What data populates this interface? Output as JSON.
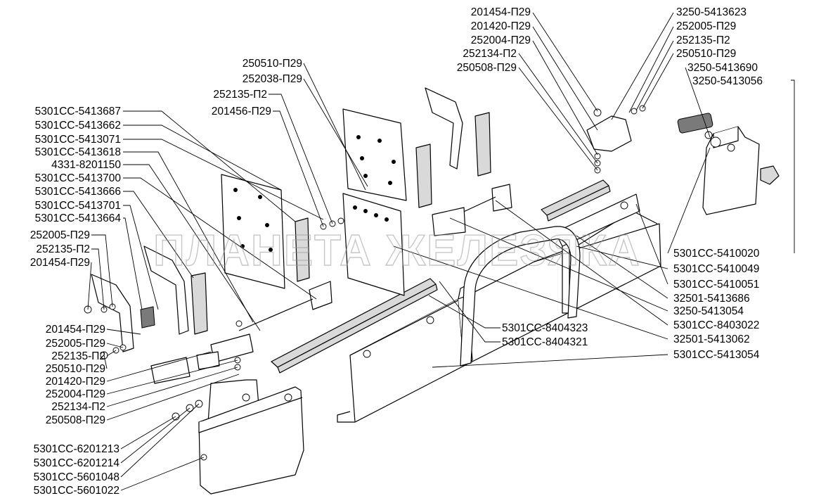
{
  "watermark": "ПЛАНЕТА ЖЕЛЕЗЯКА",
  "labels": [
    {
      "id": "l01",
      "text": "201454-П29"
    },
    {
      "id": "l02",
      "text": "201420-П29"
    },
    {
      "id": "l03",
      "text": "252004-П29"
    },
    {
      "id": "l04",
      "text": "252134-П2"
    },
    {
      "id": "l05",
      "text": "250508-П29"
    },
    {
      "id": "l06",
      "text": "3250-5413623"
    },
    {
      "id": "l07",
      "text": "252005-П29"
    },
    {
      "id": "l08",
      "text": "252135-П2"
    },
    {
      "id": "l09",
      "text": "250510-П29"
    },
    {
      "id": "l10",
      "text": "3250-5413690"
    },
    {
      "id": "l11",
      "text": "3250-5413056"
    },
    {
      "id": "l12",
      "text": "250510-П29"
    },
    {
      "id": "l13",
      "text": "252038-П29"
    },
    {
      "id": "l14",
      "text": "252135-П2"
    },
    {
      "id": "l15",
      "text": "201456-П29"
    },
    {
      "id": "l16",
      "text": "5301СС-5413687"
    },
    {
      "id": "l17",
      "text": "5301СС-5413662"
    },
    {
      "id": "l18",
      "text": "5301СС-5413071"
    },
    {
      "id": "l19",
      "text": "5301СС-5413618"
    },
    {
      "id": "l20",
      "text": "4331-8201150"
    },
    {
      "id": "l21",
      "text": "5301СС-5413700"
    },
    {
      "id": "l22",
      "text": "5301СС-5413666"
    },
    {
      "id": "l23",
      "text": "5301СС-5413701"
    },
    {
      "id": "l24",
      "text": "5301СС-5413664"
    },
    {
      "id": "l25",
      "text": "252005-П29"
    },
    {
      "id": "l26",
      "text": "252135-П2"
    },
    {
      "id": "l27",
      "text": "201454-П29"
    },
    {
      "id": "l28",
      "text": "201454-П29"
    },
    {
      "id": "l29",
      "text": "252005-П29"
    },
    {
      "id": "l30",
      "text": "252135-П2"
    },
    {
      "id": "l31",
      "text": "250510-П29"
    },
    {
      "id": "l32",
      "text": "201420-П29"
    },
    {
      "id": "l33",
      "text": "252004-П29"
    },
    {
      "id": "l34",
      "text": "252134-П2"
    },
    {
      "id": "l35",
      "text": "250508-П29"
    },
    {
      "id": "l36",
      "text": "5301СС-6201213"
    },
    {
      "id": "l37",
      "text": "5301СС-6201214"
    },
    {
      "id": "l38",
      "text": "5301СС-5601048"
    },
    {
      "id": "l39",
      "text": "5301СС-5601022"
    },
    {
      "id": "l40",
      "text": "5301СС-5410020"
    },
    {
      "id": "l41",
      "text": "5301СС-5410049"
    },
    {
      "id": "l42",
      "text": "5301СС-5410051"
    },
    {
      "id": "l43",
      "text": "32501-5413686"
    },
    {
      "id": "l44",
      "text": "3250-5413054"
    },
    {
      "id": "l45",
      "text": "5301СС-8403022"
    },
    {
      "id": "l46",
      "text": "32501-5413062"
    },
    {
      "id": "l47",
      "text": "5301СС-8404323"
    },
    {
      "id": "l48",
      "text": "5301СС-8404321"
    },
    {
      "id": "l49",
      "text": "5301СС-5413054"
    }
  ]
}
